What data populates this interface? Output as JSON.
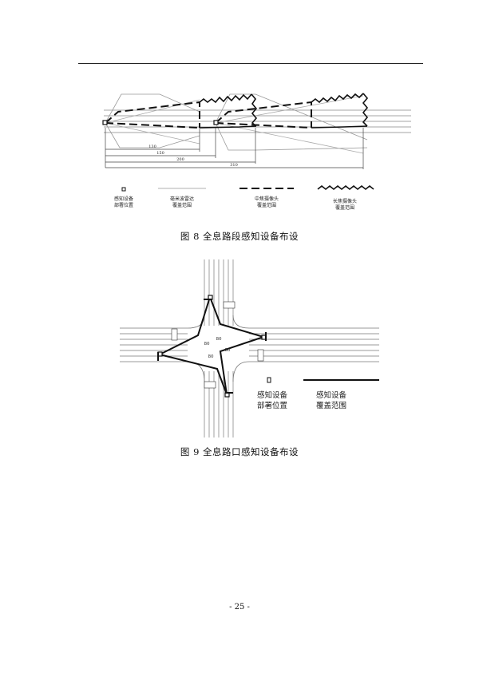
{
  "figure8": {
    "caption": "图 8 全息路段感知设备布设",
    "dimensions": [
      "130",
      "150",
      "200",
      "310"
    ],
    "legend": {
      "device_label_1": "感知设备",
      "device_label_2": "部署位置",
      "radar_label_1": "毫米波雷达",
      "radar_label_2": "覆盖范围",
      "mid_camera_label_1": "中焦摄像头",
      "mid_camera_label_2": "覆盖范围",
      "long_camera_label_1": "长焦摄像头",
      "long_camera_label_2": "覆盖范围"
    }
  },
  "figure9": {
    "caption": "图 9 全息路口感知设备布设",
    "range_labels": [
      "80",
      "80",
      "80",
      "80"
    ],
    "legend": {
      "device_label_1": "感知设备",
      "device_label_2": "部署位置",
      "coverage_label_1": "感知设备",
      "coverage_label_2": "覆盖范围"
    }
  },
  "footer": {
    "page_number": "- 25 -"
  }
}
